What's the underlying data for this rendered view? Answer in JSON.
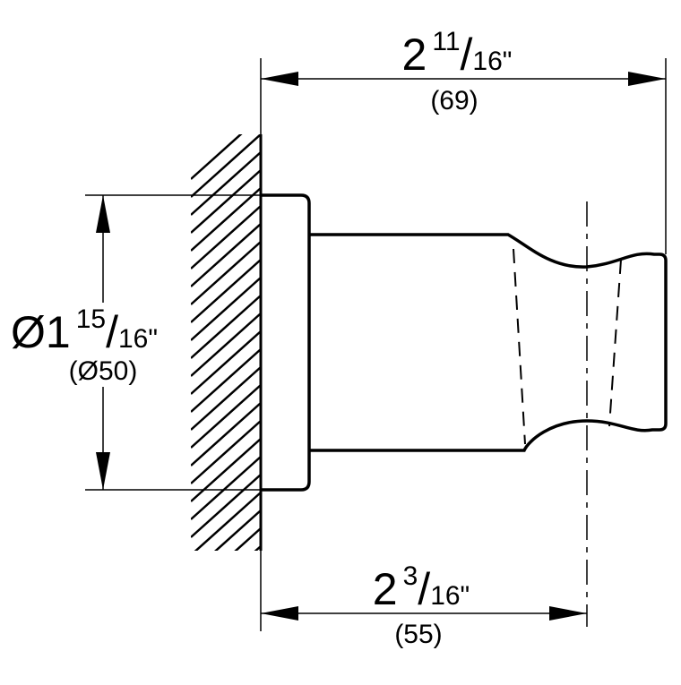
{
  "top_dimension": {
    "whole": "2",
    "numerator": "11",
    "denominator": "16\"",
    "metric": "(69)"
  },
  "bottom_dimension": {
    "whole": "2",
    "numerator": "3",
    "denominator": "16\"",
    "metric": "(55)"
  },
  "diameter_dimension": {
    "whole": "Ø1",
    "numerator": "15",
    "denominator": "16\"",
    "metric": "(Ø50)"
  },
  "colors": {
    "line": "#000000",
    "background": "#ffffff"
  }
}
